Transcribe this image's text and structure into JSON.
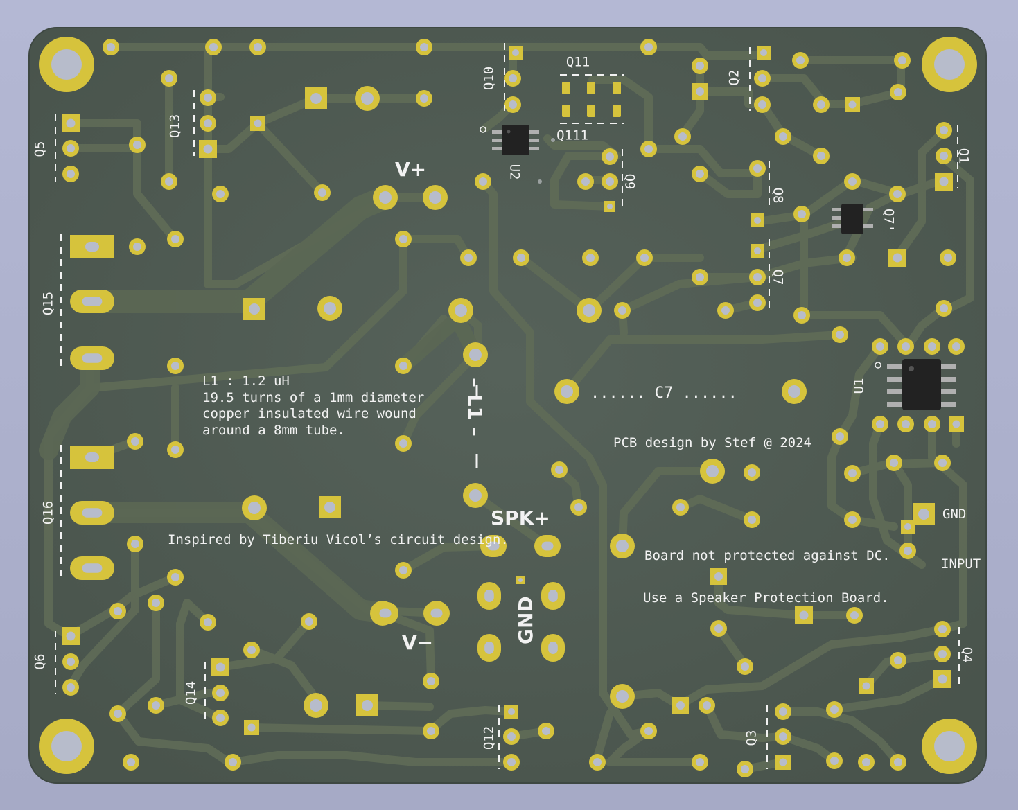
{
  "board": {
    "colors": {
      "background": "#adb1cd",
      "soldermask": "#4f5b51",
      "trace": "#5f6b57",
      "pad": "#d6c33c",
      "hole": "#b7bccb",
      "silkscreen": "#f2f2f2",
      "ic_body": "#222222",
      "ic_pin": "#b0b0b0"
    }
  },
  "silkscreen": {
    "power_positive": "V+",
    "power_negative": "V−",
    "speaker_positive": "SPK+",
    "ground": "GND",
    "inductor": "– L1 –",
    "capacitor": "...... C7 ......",
    "signal_ground": "GND",
    "signal_input": "INPUT",
    "note_l1": [
      "L1 : 1.2 uH",
      "19.5 turns of a 1mm diameter",
      "copper insulated wire wound",
      "around a 8mm tube."
    ],
    "credit_design": "PCB design by Stef @ 2024",
    "credit_inspired": "Inspired by Tiberiu Vicol’s circuit design.",
    "warning_dc": "Board not protected against DC.",
    "warning_protection": "Use a Speaker Protection Board."
  },
  "components": [
    {
      "ref": "Q1",
      "rotate": 90
    },
    {
      "ref": "Q2",
      "rotate": -90
    },
    {
      "ref": "Q3",
      "rotate": -90
    },
    {
      "ref": "Q4",
      "rotate": 90
    },
    {
      "ref": "Q5",
      "rotate": -90
    },
    {
      "ref": "Q6",
      "rotate": -90
    },
    {
      "ref": "Q7",
      "rotate": 90
    },
    {
      "ref": "Q7'",
      "rotate": 90
    },
    {
      "ref": "Q8",
      "rotate": 90
    },
    {
      "ref": "Q9",
      "rotate": 90
    },
    {
      "ref": "Q10",
      "rotate": -90
    },
    {
      "ref": "Q11",
      "rotate": 0
    },
    {
      "ref": "Q111",
      "rotate": 0
    },
    {
      "ref": "Q12",
      "rotate": -90
    },
    {
      "ref": "Q13",
      "rotate": -90
    },
    {
      "ref": "Q14",
      "rotate": -90
    },
    {
      "ref": "Q15",
      "rotate": -90
    },
    {
      "ref": "Q16",
      "rotate": -90
    },
    {
      "ref": "U1",
      "rotate": -90
    },
    {
      "ref": "U2",
      "rotate": 90
    }
  ]
}
